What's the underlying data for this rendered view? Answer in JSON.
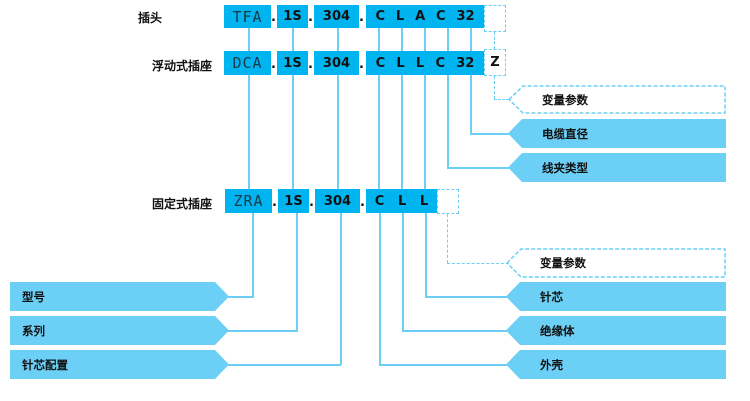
{
  "colors": {
    "segment": "#00b4ef",
    "tag": "#6ccff6",
    "line": "#6ccff6"
  },
  "rows": [
    {
      "label": "插头",
      "prefix": "TFA",
      "series": "1S",
      "pins": "304",
      "codes": [
        "C",
        "L",
        "A",
        "C",
        "32"
      ],
      "extra": ""
    },
    {
      "label": "浮动式插座",
      "prefix": "DCA",
      "series": "1S",
      "pins": "304",
      "codes": [
        "C",
        "L",
        "L",
        "C",
        "32"
      ],
      "extra": "Z"
    },
    {
      "label": "固定式插座",
      "prefix": "ZRA",
      "series": "1S",
      "pins": "304",
      "codes": [
        "C",
        "L",
        "L"
      ],
      "extra": ""
    }
  ],
  "separator": ".",
  "upper_tags": [
    {
      "label": "变量参数",
      "style": "dashed"
    },
    {
      "label": "电缆直径",
      "style": "filled"
    },
    {
      "label": "线夹类型",
      "style": "filled"
    }
  ],
  "lower_right_tags": [
    {
      "label": "变量参数",
      "style": "dashed"
    },
    {
      "label": "针芯",
      "style": "filled"
    },
    {
      "label": "绝缘体",
      "style": "filled"
    },
    {
      "label": "外壳",
      "style": "filled"
    }
  ],
  "lower_left_tags": [
    {
      "label": "型号"
    },
    {
      "label": "系列"
    },
    {
      "label": "针芯配置"
    }
  ]
}
